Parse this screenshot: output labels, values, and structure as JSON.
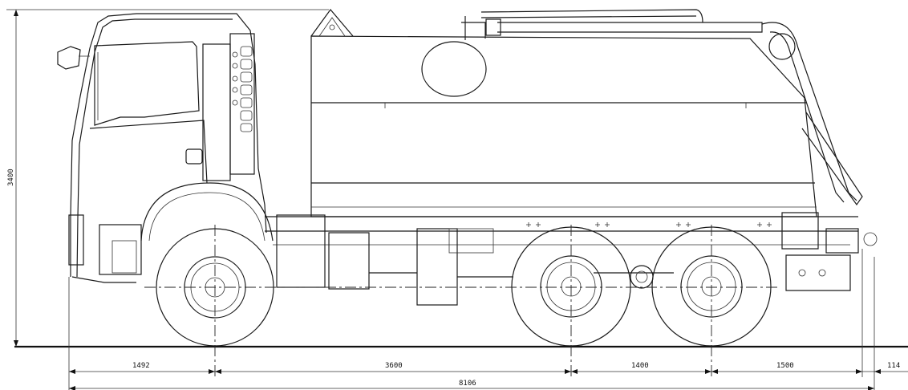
{
  "dimensions": {
    "height": "3400",
    "front_overhang": "1492",
    "wheelbase_1": "3600",
    "wheelbase_2": "1400",
    "rear_overhang": "1500",
    "hitch_extra": "114",
    "overall_length": "8106"
  }
}
